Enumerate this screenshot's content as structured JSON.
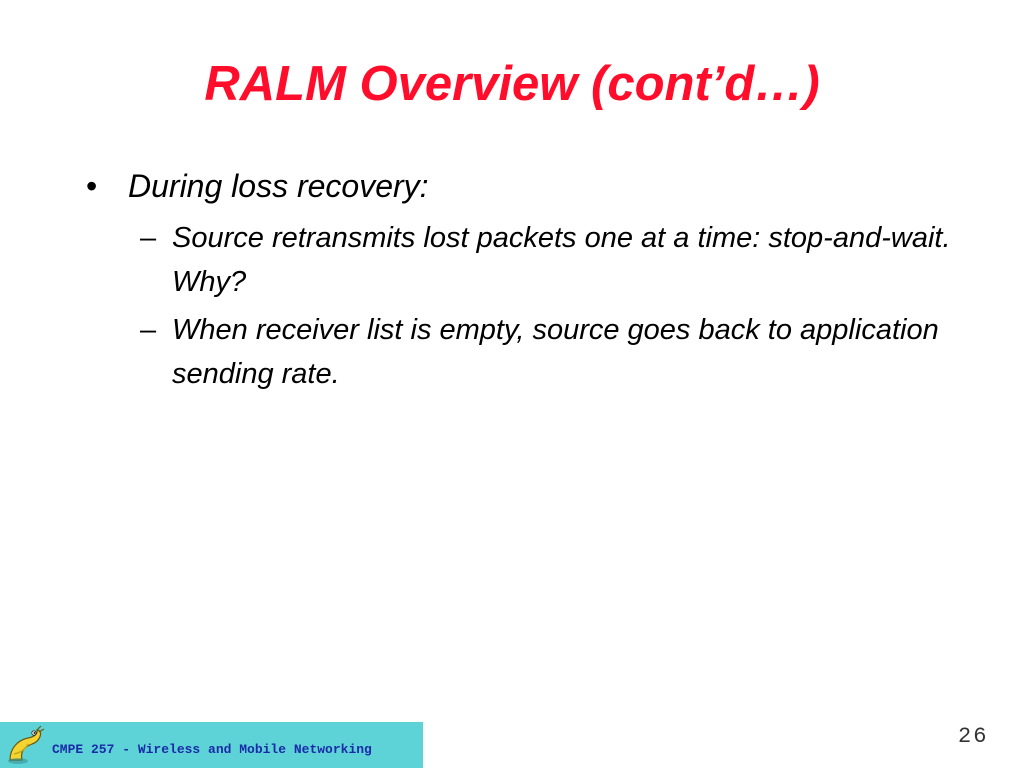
{
  "slide": {
    "title": "RALM Overview (cont’d…)",
    "bullets": [
      {
        "mark": "•",
        "text": "During loss recovery:",
        "subbullets": [
          {
            "mark": "–",
            "text": "Source retransmits lost packets one at a time: stop-and-wait. Why?"
          },
          {
            "mark": "–",
            "text": "When receiver list is empty, source goes back to application sending rate."
          }
        ]
      }
    ]
  },
  "footer": {
    "course_label": "CMPE 257 - Wireless and Mobile Networking",
    "logo_icon": "banana-slug-mascot-icon",
    "bar_color": "#5dd3d8",
    "text_color": "#1a2ba8"
  },
  "page_number": "26",
  "colors": {
    "title": "#ff0d2a",
    "body_text": "#000000",
    "background": "#ffffff"
  }
}
